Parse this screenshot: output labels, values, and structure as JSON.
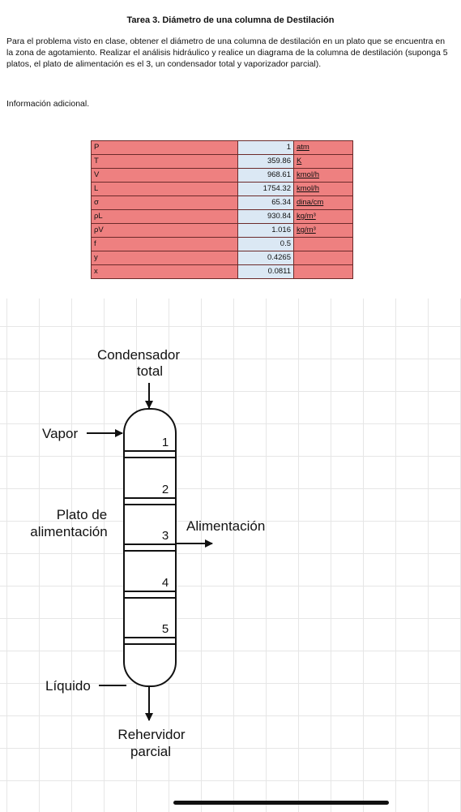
{
  "document": {
    "title": "Tarea 3. Diámetro de una columna de Destilación",
    "paragraph": "Para el problema visto en clase, obtener el diámetro de una columna de destilación en un plato que se encuentra en la zona de agotamiento. Realizar el análisis hidráulico y realice un diagrama de la columna de destilación (suponga 5 platos, el plato de alimentación es el 3, un condensador total y vaporizador parcial).",
    "info_label": "Información adicional."
  },
  "table": {
    "rows": [
      {
        "name": "P",
        "value": "1",
        "unit": "atm"
      },
      {
        "name": "T",
        "value": "359.86",
        "unit": "K"
      },
      {
        "name": "V",
        "value": "968.61",
        "unit": "kmol/h"
      },
      {
        "name": "L",
        "value": "1754.32",
        "unit": "kmol/h"
      },
      {
        "name": "σ",
        "value": "65.34",
        "unit": "dina/cm"
      },
      {
        "name": "ρL",
        "value": "930.84",
        "unit": "kg/m³"
      },
      {
        "name": "ρV",
        "value": "1.016",
        "unit": "kg/m³"
      },
      {
        "name": "f",
        "value": "0.5",
        "unit": ""
      },
      {
        "name": "y",
        "value": "0.4265",
        "unit": ""
      },
      {
        "name": "x",
        "value": "0.0811",
        "unit": ""
      }
    ]
  },
  "diagram": {
    "condenser_line1": "Condensador",
    "condenser_line2": "total",
    "vapor_label": "Vapor",
    "feed_line1": "Plato de",
    "feed_line2": "alimentación",
    "feed_arrow_label": "Alimentación",
    "liquid_label": "Líquido",
    "reboiler_line1": "Rehervidor",
    "reboiler_line2": "parcial",
    "plates": [
      "1",
      "2",
      "3",
      "4",
      "5"
    ]
  },
  "colors": {
    "table_cell": "#ee8080",
    "table_value_cell": "#dbe8f4",
    "table_border": "#6b2a2a"
  }
}
